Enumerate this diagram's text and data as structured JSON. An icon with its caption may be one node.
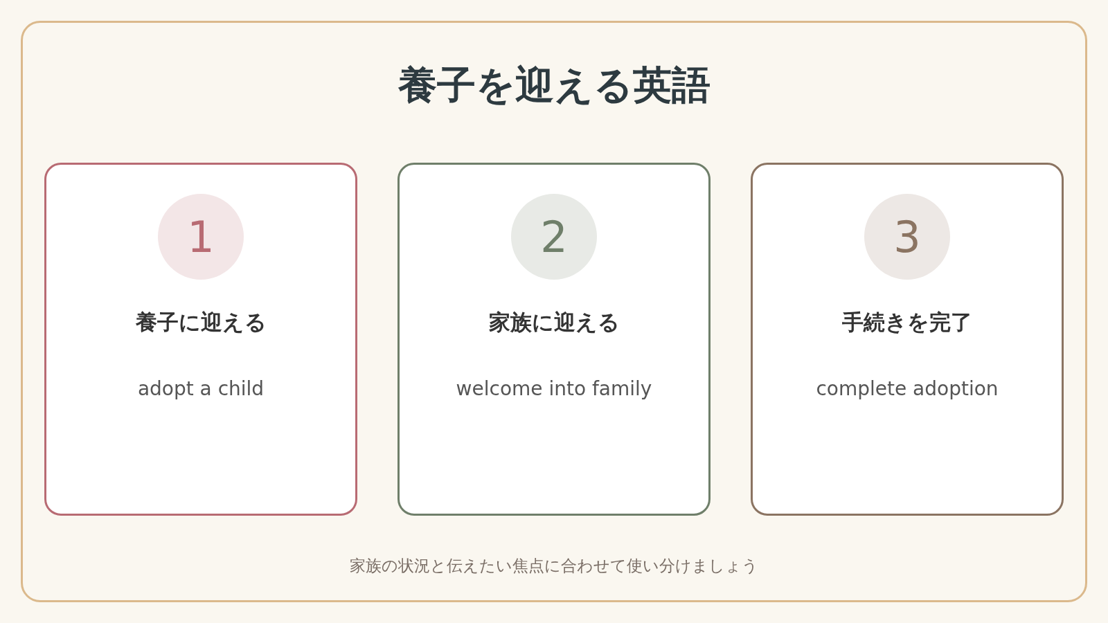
{
  "diagram": {
    "title": "養子を迎える英語",
    "caption": "家族の状況と伝えたい焦点に合わせて使い分けましょう",
    "nodes": [
      {
        "text": [
          "養子に迎える",
          "adopt a child"
        ]
      },
      {
        "text": [
          "1"
        ],
        "in": 0
      },
      {
        "text": [
          "家族に迎える",
          "welcome into family"
        ]
      },
      {
        "text": [
          "2"
        ],
        "in": 2
      },
      {
        "text": [
          "手続きを完了",
          "complete adoption"
        ]
      },
      {
        "text": [
          "3"
        ],
        "in": 4
      }
    ],
    "edges": []
  }
}
